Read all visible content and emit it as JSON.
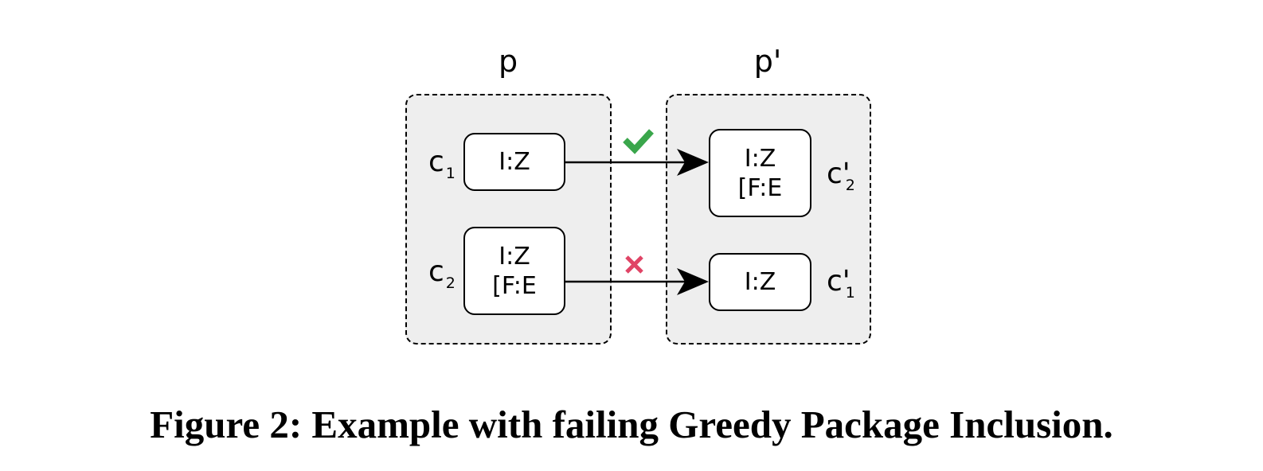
{
  "packages": {
    "left": {
      "title": "p"
    },
    "right": {
      "title": "p'"
    }
  },
  "classes": {
    "c1": {
      "name": "c",
      "sub": "1",
      "lines": [
        "I:Z"
      ]
    },
    "c2": {
      "name": "c",
      "sub": "2",
      "lines": [
        "I:Z",
        "[F:E"
      ]
    },
    "c2_prime": {
      "name": "c'",
      "sub": "2",
      "lines": [
        "I:Z",
        "[F:E"
      ]
    },
    "c1_prime": {
      "name": "c'",
      "sub": "1",
      "lines": [
        "I:Z"
      ]
    }
  },
  "mappings": [
    {
      "from": "c1",
      "to": "c'2",
      "status": "match",
      "icon": "check-icon",
      "color": "#3aa64b"
    },
    {
      "from": "c2",
      "to": "c'1",
      "status": "fail",
      "icon": "cross-icon",
      "color": "#e04466"
    }
  ],
  "caption": "Figure 2: Example with failing Greedy Package Inclusion."
}
